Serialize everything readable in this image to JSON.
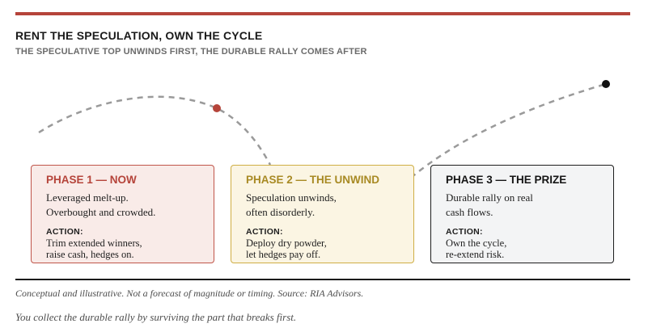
{
  "header": {
    "title": "RENT THE SPECULATION, OWN THE CYCLE",
    "subtitle": "THE SPECULATIVE TOP UNWINDS FIRST, THE DURABLE RALLY COMES AFTER"
  },
  "curve": {
    "line_color": "#9a9a9a",
    "peak_marker_color": "#b5443a",
    "end_marker_color": "#111111"
  },
  "phases": [
    {
      "title": "PHASE 1 — NOW",
      "desc_lines": [
        "Leveraged melt-up.",
        "Overbought and crowded."
      ],
      "action_label": "ACTION:",
      "action_lines": [
        "Trim extended winners,",
        "raise cash, hedges on."
      ],
      "accent": "#b5443a"
    },
    {
      "title": "PHASE 2 — THE UNWIND",
      "desc_lines": [
        "Speculation unwinds,",
        "often disorderly."
      ],
      "action_label": "ACTION:",
      "action_lines": [
        "Deploy dry powder,",
        "let hedges pay off."
      ],
      "accent": "#cfae44"
    },
    {
      "title": "PHASE 3 — THE PRIZE",
      "desc_lines": [
        "Durable rally on real",
        "cash flows."
      ],
      "action_label": "ACTION:",
      "action_lines": [
        "Own the cycle,",
        "re-extend risk."
      ],
      "accent": "#1d1d1d"
    }
  ],
  "footer": {
    "note": "Conceptual and illustrative. Not a forecast of magnitude or timing. Source: RIA Advisors.",
    "takeaway": "You collect the durable rally by surviving the part that breaks first."
  }
}
